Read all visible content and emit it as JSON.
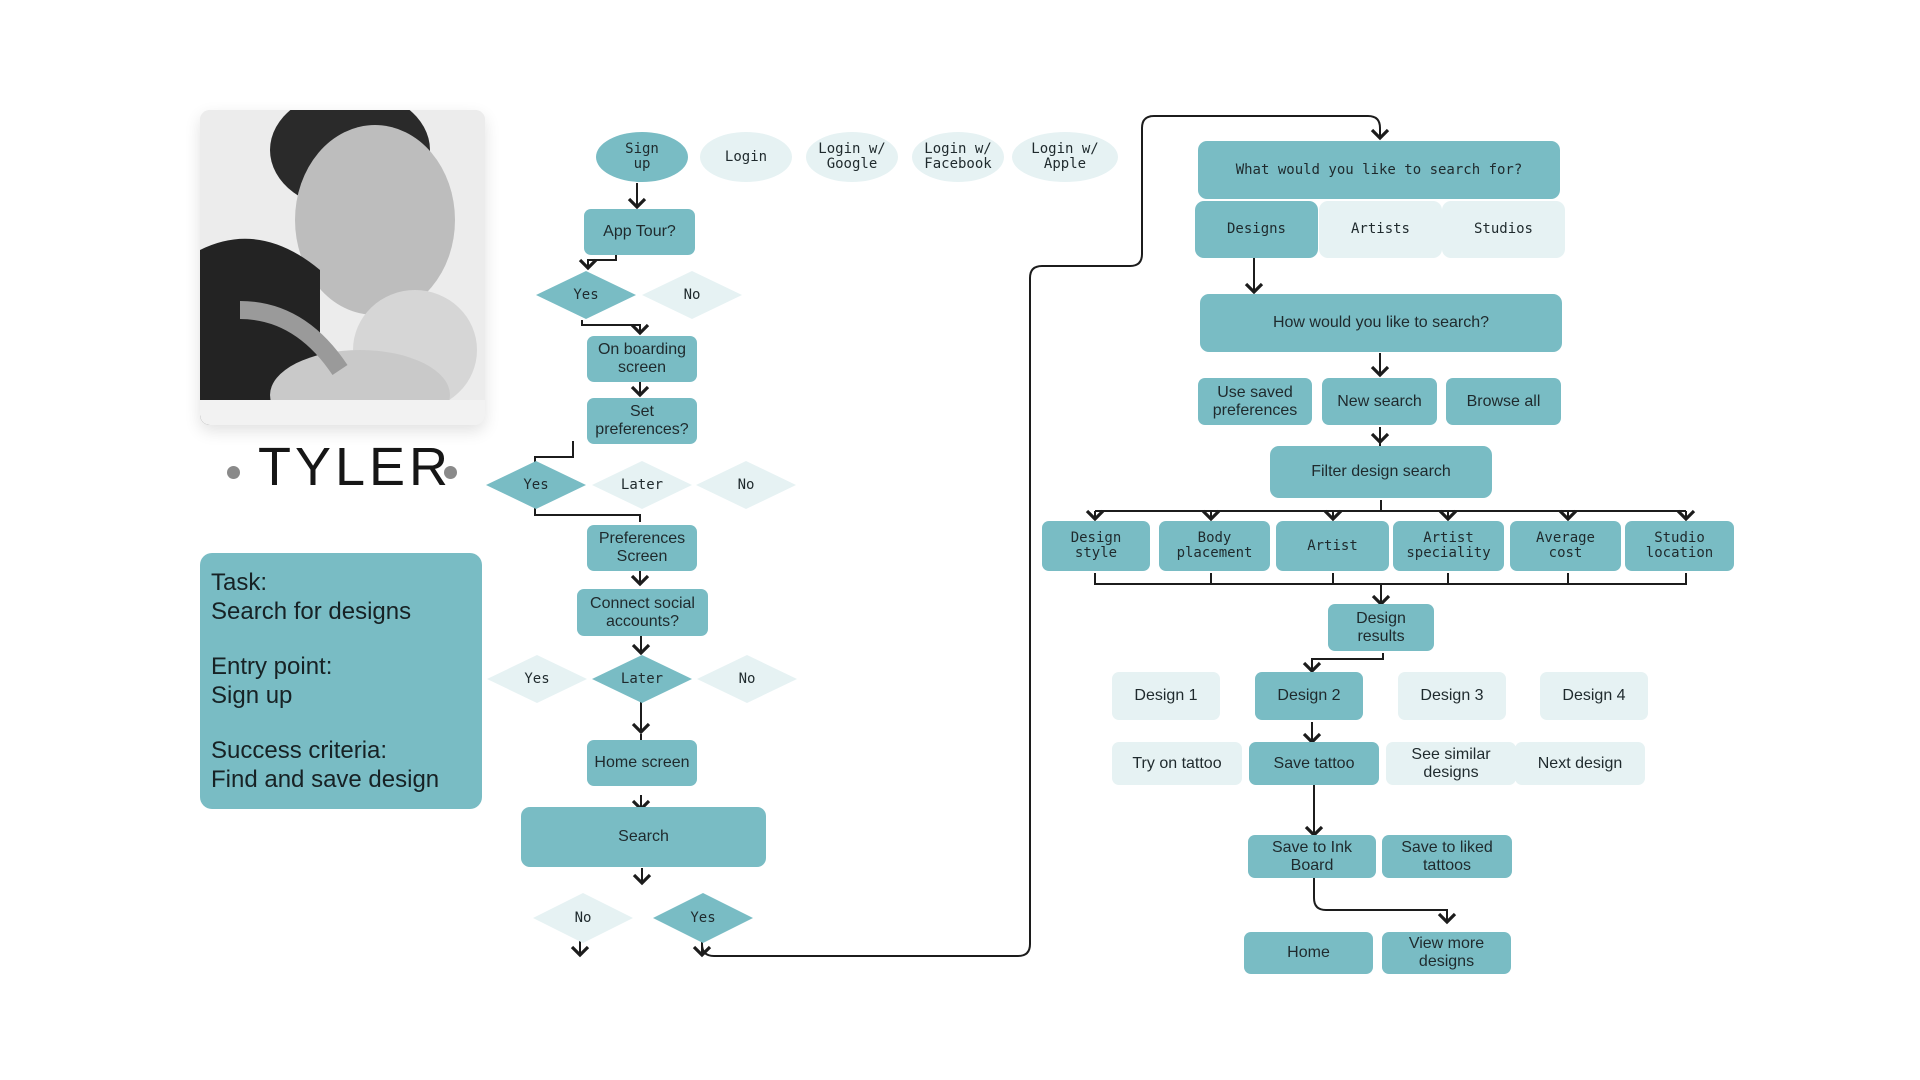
{
  "persona": {
    "name": "TYLER",
    "task_label": "Task:",
    "task_value": "Search for designs",
    "entry_label": "Entry point:",
    "entry_value": "Sign up",
    "success_label": "Success criteria:",
    "success_value": "Find and save design"
  },
  "flow_left": {
    "sign_up": "Sign up",
    "login": "Login",
    "login_google": "Login w/ Google",
    "login_facebook": "Login w/ Facebook",
    "login_apple": "Login w/ Apple",
    "app_tour": "App Tour?",
    "tour_yes": "Yes",
    "tour_no": "No",
    "onboarding": "On boarding screen",
    "set_preferences": "Set preferences?",
    "pref_yes": "Yes",
    "pref_later": "Later",
    "pref_no": "No",
    "preferences_screen": "Preferences Screen",
    "connect_social": "Connect social accounts?",
    "social_yes": "Yes",
    "social_later": "Later",
    "social_no": "No",
    "home_screen": "Home screen",
    "search": "Search",
    "search_no": "No",
    "search_yes": "Yes"
  },
  "flow_right": {
    "what_search": "What would you like to search for?",
    "designs": "Designs",
    "artists": "Artists",
    "studios": "Studios",
    "how_search": "How would you like to search?",
    "use_saved": "Use saved preferences",
    "new_search": "New search",
    "browse_all": "Browse all",
    "filter": "Filter design search",
    "filters": [
      "Design style",
      "Body placement",
      "Artist",
      "Artist speciality",
      "Average cost",
      "Studio location"
    ],
    "design_results": "Design results",
    "design_1": "Design 1",
    "design_2": "Design 2",
    "design_3": "Design 3",
    "design_4": "Design 4",
    "try_on": "Try on tattoo",
    "save_tattoo": "Save tattoo",
    "see_similar": "See similar designs",
    "next_design": "Next design",
    "save_ink_board": "Save to Ink Board",
    "save_liked": "Save to liked tattoos",
    "home": "Home",
    "view_more": "View more designs"
  },
  "colors": {
    "primary_node": "#79bcc4",
    "secondary_node": "#e6f2f3",
    "connector": "#1c1c1c"
  }
}
